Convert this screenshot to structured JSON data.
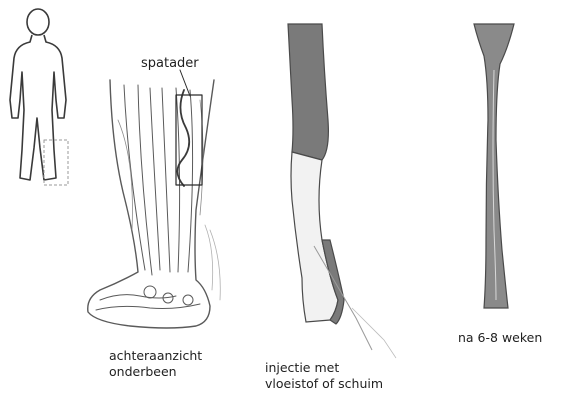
{
  "labels": {
    "varicose_vein": "spatader",
    "caption_leg": [
      "achteraanzicht",
      "onderbeen"
    ],
    "caption_injection": [
      "injectie met",
      "vloeistof of schuim"
    ],
    "caption_after": "na 6-8 weken"
  },
  "colors": {
    "vein_fill": "#7a7a7a",
    "foam_fill": "#f2f2f2",
    "outline": "#4a4a4a",
    "sketch_line": "#8c8c8c",
    "text": "#1f1f1f"
  }
}
